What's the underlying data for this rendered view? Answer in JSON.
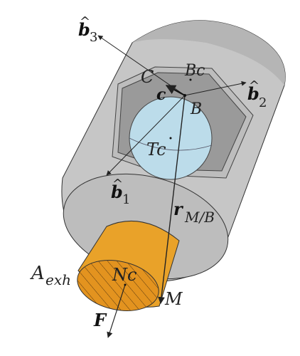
{
  "labels": {
    "b3": {
      "base": "b",
      "hat": "^",
      "sub": "3"
    },
    "b2": {
      "base": "b",
      "hat": "^",
      "sub": "2"
    },
    "b1": {
      "base": "b",
      "hat": "^",
      "sub": "1"
    },
    "c_point": "C",
    "c_vec": "c",
    "bc": "Bc",
    "b_point": "B",
    "tc": "Tc",
    "r_vec": {
      "base": "r",
      "sub": "M/B"
    },
    "a_exh": {
      "base": "A",
      "sub": "exh"
    },
    "nc": "Nc",
    "m_point": "M",
    "f_vec": "F"
  },
  "colors": {
    "body_gray": "#c6c6c6",
    "body_dark": "#a9a9a9",
    "front_face": "#bdbdbd",
    "tank_plate": "#9a9a9a",
    "tank_border": "#b8b8b8",
    "sphere": "#bcdcea",
    "nozzle": "#e9a229",
    "nozzle_exit": "#e3931f",
    "stroke": "#333333"
  }
}
